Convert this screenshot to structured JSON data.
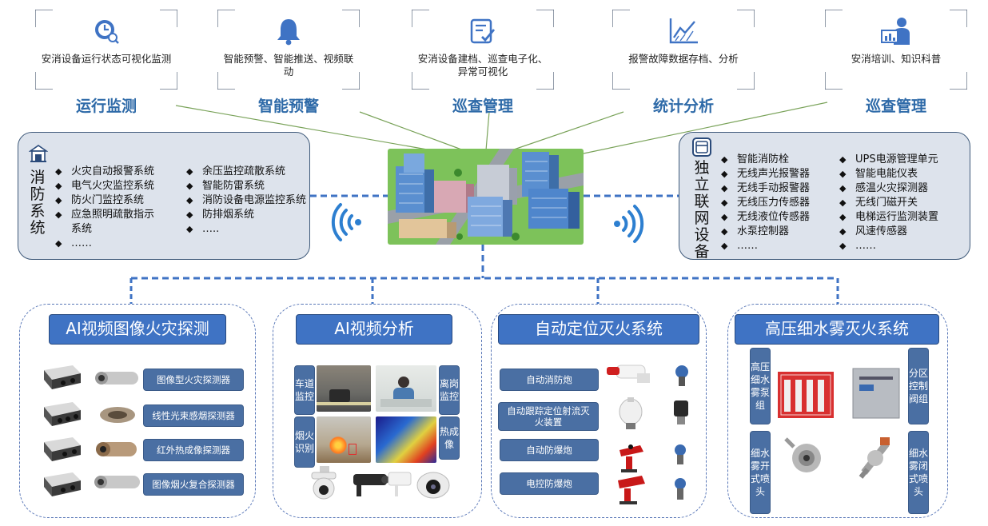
{
  "features": [
    {
      "icon": "clock-search-icon",
      "desc": "安消设备运行状态可视化监测",
      "title": "运行监测"
    },
    {
      "icon": "bell-icon",
      "desc": "智能预警、智能推送、视频联动",
      "title": "智能预警"
    },
    {
      "icon": "checklist-icon",
      "desc": "安消设备建档、巡查电子化、异常可视化",
      "title": "巡查管理"
    },
    {
      "icon": "line-chart-icon",
      "desc": "报警故障数据存档、分析",
      "title": "统计分析"
    },
    {
      "icon": "presenter-icon",
      "desc": "安消培训、知识科普",
      "title": "巡查管理"
    }
  ],
  "left_panel": {
    "title": "消防系统",
    "col1": [
      "火灾自动报警系统",
      "电气火灾监控系统",
      "防火门监控系统",
      "应急照明疏散指示系统",
      "……"
    ],
    "col2": [
      "余压监控疏散系统",
      "智能防雷系统",
      "消防设备电源监控系统",
      "防排烟系统",
      "….."
    ]
  },
  "right_panel": {
    "title": "独立联网设备",
    "col1": [
      "智能消防栓",
      "无线声光报警器",
      "无线手动报警器",
      "无线压力传感器",
      "无线液位传感器",
      "水泵控制器",
      "……"
    ],
    "col2": [
      "UPS电源管理单元",
      "智能电能仪表",
      "感温火灾探测器",
      "无线门磁开关",
      "电梯运行监测装置",
      "风速传感器",
      "……"
    ]
  },
  "groups": [
    {
      "title": "AI视频图像火灾探测",
      "items": [
        "图像型火灾探测器",
        "线性光束感烟探测器",
        "红外热成像探测器",
        "图像烟火复合探测器"
      ]
    },
    {
      "title": "AI视频分析",
      "labels": [
        "车道监控",
        "离岗监控",
        "烟火识别",
        "热成像"
      ]
    },
    {
      "title": "自动定位灭火系统",
      "items": [
        "自动消防炮",
        "自动跟踪定位射流灭火装置",
        "自动防爆炮",
        "电控防爆炮"
      ]
    },
    {
      "title": "高压细水雾灭火系统",
      "labels": [
        "高压细水雾泵组",
        "分区控制阀组",
        "细水雾开式喷头",
        "细水雾闭式喷头"
      ]
    }
  ],
  "colors": {
    "accent": "#2e6aa8",
    "panel_bg": "#dde3ec",
    "pill": "#4a6fa3",
    "title_bg": "#3f73c4",
    "connector": "#3f73c4",
    "line": "#6a9a4a"
  }
}
